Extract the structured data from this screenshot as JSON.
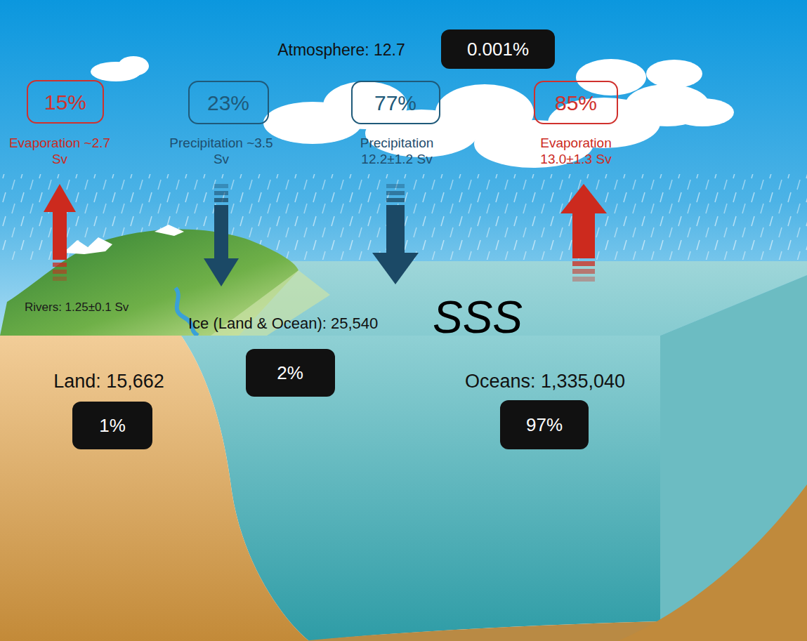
{
  "diagram": {
    "nodes": [
      {
        "text": [
          "0.001%"
        ]
      },
      {
        "text": [
          "15%"
        ]
      },
      {
        "text": [
          "23%"
        ]
      },
      {
        "text": [
          "77%"
        ]
      },
      {
        "text": [
          "85%"
        ]
      },
      {
        "text": [
          "2%"
        ]
      },
      {
        "text": [
          "1%"
        ]
      },
      {
        "text": [
          "97%"
        ]
      }
    ],
    "labels": [
      "Atmosphere: 12.7",
      "Evaporation ~2.7 Sv",
      "Precipitation ~3.5 Sv",
      "Precipitation 12.2±1.2 Sv",
      "Evaporation 13.0±1.3 Sv",
      "Rivers: 1.25±0.1 Sv",
      "Ice (Land & Ocean): 25,540",
      "SSS",
      "Land: 15,662",
      "Oceans: 1,335,040"
    ]
  }
}
